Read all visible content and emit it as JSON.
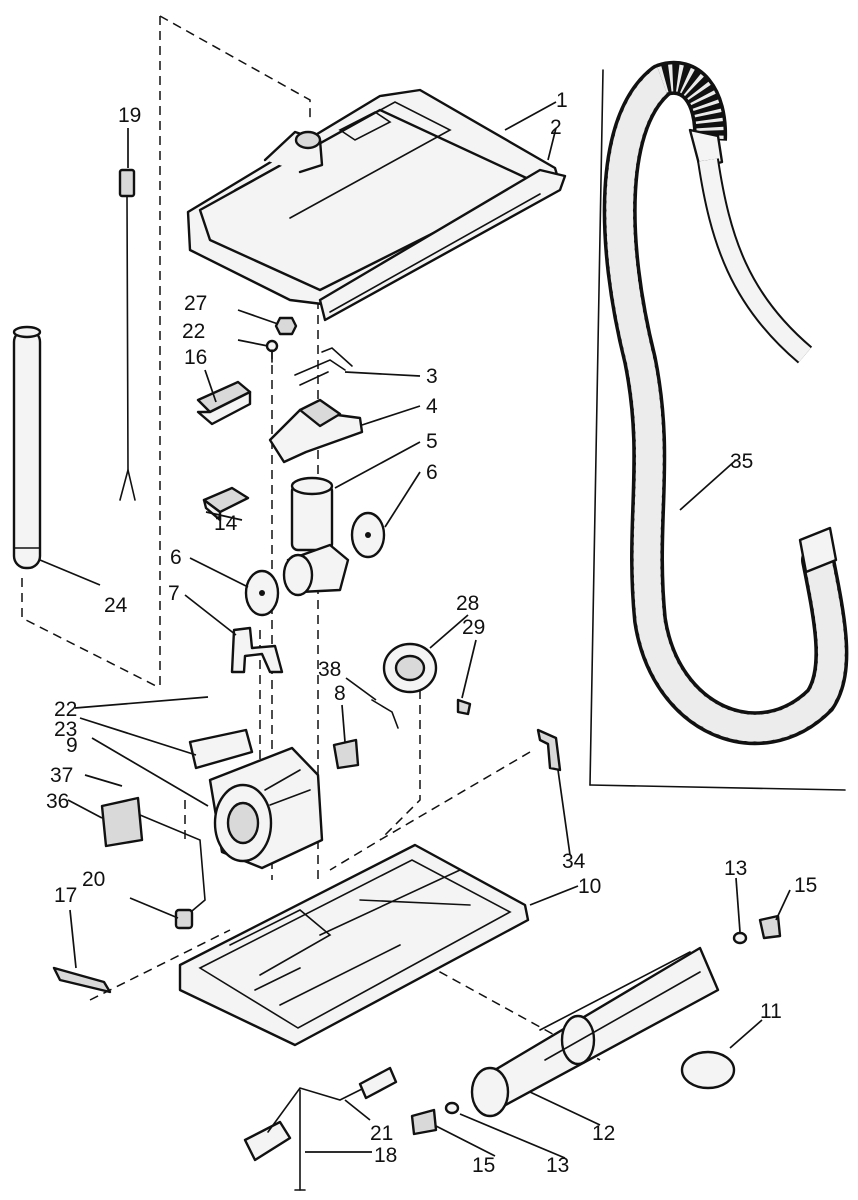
{
  "callouts": [
    {
      "id": "c1",
      "text": "1"
    },
    {
      "id": "c2",
      "text": "2"
    },
    {
      "id": "c3",
      "text": "3"
    },
    {
      "id": "c4",
      "text": "4"
    },
    {
      "id": "c5",
      "text": "5"
    },
    {
      "id": "c6a",
      "text": "6"
    },
    {
      "id": "c6b",
      "text": "6"
    },
    {
      "id": "c7",
      "text": "7"
    },
    {
      "id": "c8",
      "text": "8"
    },
    {
      "id": "c9",
      "text": "9"
    },
    {
      "id": "c10",
      "text": "10"
    },
    {
      "id": "c11",
      "text": "11"
    },
    {
      "id": "c12",
      "text": "12"
    },
    {
      "id": "c13a",
      "text": "13"
    },
    {
      "id": "c13b",
      "text": "13"
    },
    {
      "id": "c14",
      "text": "14"
    },
    {
      "id": "c15a",
      "text": "15"
    },
    {
      "id": "c15b",
      "text": "15"
    },
    {
      "id": "c16",
      "text": "16"
    },
    {
      "id": "c17",
      "text": "17"
    },
    {
      "id": "c18",
      "text": "18"
    },
    {
      "id": "c19",
      "text": "19"
    },
    {
      "id": "c20",
      "text": "20"
    },
    {
      "id": "c21",
      "text": "21"
    },
    {
      "id": "c22a",
      "text": "22"
    },
    {
      "id": "c22b",
      "text": "22"
    },
    {
      "id": "c23",
      "text": "23"
    },
    {
      "id": "c24",
      "text": "24"
    },
    {
      "id": "c27",
      "text": "27"
    },
    {
      "id": "c28",
      "text": "28"
    },
    {
      "id": "c29",
      "text": "29"
    },
    {
      "id": "c34",
      "text": "34"
    },
    {
      "id": "c35",
      "text": "35"
    },
    {
      "id": "c36",
      "text": "36"
    },
    {
      "id": "c37",
      "text": "37"
    },
    {
      "id": "c38",
      "text": "38"
    }
  ]
}
